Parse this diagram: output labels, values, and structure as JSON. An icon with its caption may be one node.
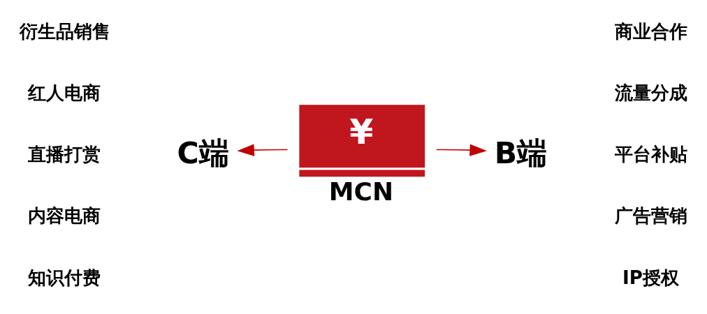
{
  "diagram": {
    "nodes": [
      {
        "text": [
          "C端"
        ]
      },
      {
        "text": [
          "¥"
        ],
        "beside": [
          "MCN"
        ]
      },
      {
        "text": [
          "B端"
        ]
      }
    ],
    "edges": [
      {
        "from": 1,
        "to": 0,
        "arrow": "to",
        "color": "#c00000"
      },
      {
        "from": 1,
        "to": 2,
        "arrow": "to",
        "color": "#c00000"
      }
    ],
    "labels": [
      "衍生品销售",
      "红人电商",
      "直播打赏",
      "内容电商",
      "知识付费",
      "商业合作",
      "流量分成",
      "平台补贴",
      "广告营销",
      "IP授权"
    ]
  }
}
